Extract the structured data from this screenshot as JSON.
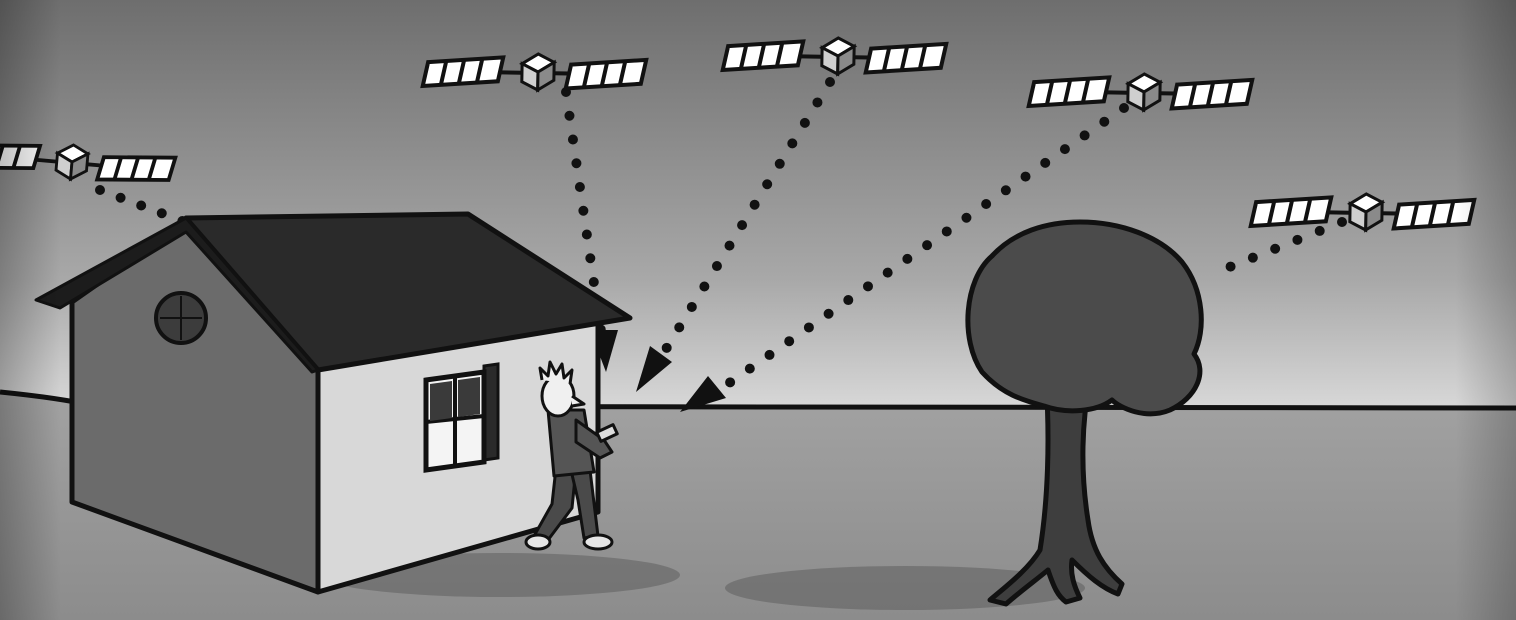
{
  "illustration": {
    "satellite_count": 5,
    "signal_outcomes": [
      {
        "satellite": "satellite-1",
        "target": "house-roof",
        "reaches_receiver": false
      },
      {
        "satellite": "satellite-2",
        "target": "receiver",
        "reaches_receiver": true
      },
      {
        "satellite": "satellite-3",
        "target": "receiver",
        "reaches_receiver": true
      },
      {
        "satellite": "satellite-4",
        "target": "receiver",
        "reaches_receiver": true
      },
      {
        "satellite": "satellite-5",
        "target": "tree-canopy",
        "reaches_receiver": false
      }
    ]
  },
  "colors": {
    "sky_top": "#6e6e6e",
    "sky_bottom": "#f4f4f4",
    "ground": "#9a9a9a",
    "roof": "#2c2c2c",
    "house_shaded_wall": "#6a6a6a",
    "house_front_wall": "#d6d6d6",
    "tree": "#4a4a4a",
    "line": "#111111"
  },
  "icons": {
    "satellite": "satellite-icon",
    "signal": "signal-dotted-line",
    "receiver": "person-with-gps-receiver"
  }
}
